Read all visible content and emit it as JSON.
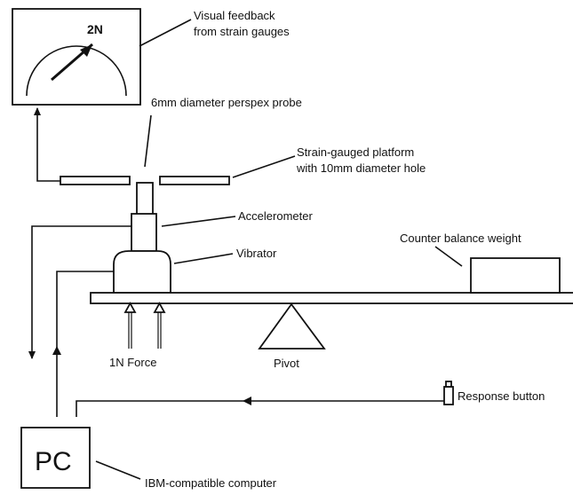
{
  "labels": {
    "gauge_value": "2N",
    "visual_feedback_line1": "Visual feedback",
    "visual_feedback_line2": "from strain gauges",
    "probe": "6mm diameter perspex probe",
    "platform_line1": "Strain-gauged platform",
    "platform_line2": "with 10mm diameter hole",
    "accelerometer": "Accelerometer",
    "vibrator": "Vibrator",
    "counter_balance": "Counter balance weight",
    "force": "1N Force",
    "pivot": "Pivot",
    "response_button": "Response button",
    "pc": "PC",
    "computer": "IBM-compatible computer"
  }
}
